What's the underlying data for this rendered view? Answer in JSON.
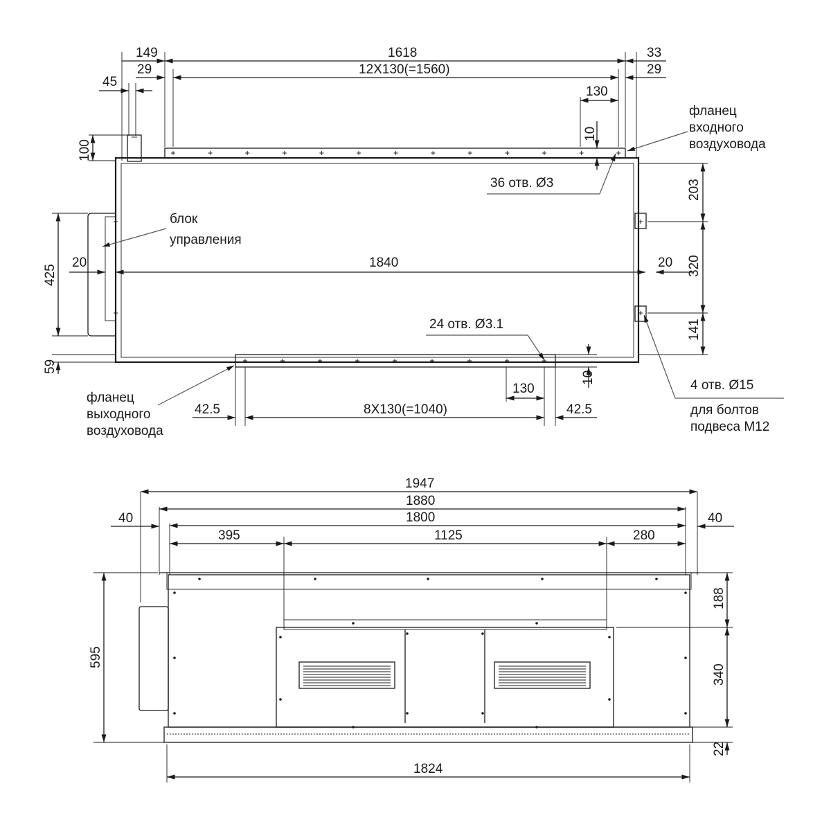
{
  "top_view": {
    "dims": {
      "d149": "149",
      "d1618": "1618",
      "d33": "33",
      "d29_left": "29",
      "d12x130": "12X130(=1560)",
      "d29_right": "29",
      "d45": "45",
      "d130_top": "130",
      "d10_top": "10",
      "d100": "100",
      "d203": "203",
      "d320": "320",
      "d141": "141",
      "d425": "425",
      "d59": "59",
      "d20_left": "20",
      "d1840": "1840",
      "d20_right": "20",
      "d130_bottom": "130",
      "d10_bottom": "10",
      "d42_5_left": "42.5",
      "d8x130": "8X130(=1040)",
      "d42_5_right": "42.5"
    },
    "labels": {
      "inlet_flange": [
        "фланец",
        "входного",
        "воздуховода"
      ],
      "holes_36": "36 отв. Ø3",
      "control_box": [
        "блок",
        "управления"
      ],
      "holes_24": "24 отв. Ø3.1",
      "holes_4": "4 отв. Ø15",
      "bolts": [
        "для болтов",
        "подвеса M12"
      ],
      "outlet_flange": [
        "фланец",
        "выходного",
        "воздуховода"
      ]
    }
  },
  "front_view": {
    "dims": {
      "d1947": "1947",
      "d1880": "1880",
      "d1800": "1800",
      "d40_left": "40",
      "d40_right": "40",
      "d395": "395",
      "d1125": "1125",
      "d280": "280",
      "d595": "595",
      "d188": "188",
      "d340": "340",
      "d22": "22",
      "d1824": "1824"
    }
  }
}
